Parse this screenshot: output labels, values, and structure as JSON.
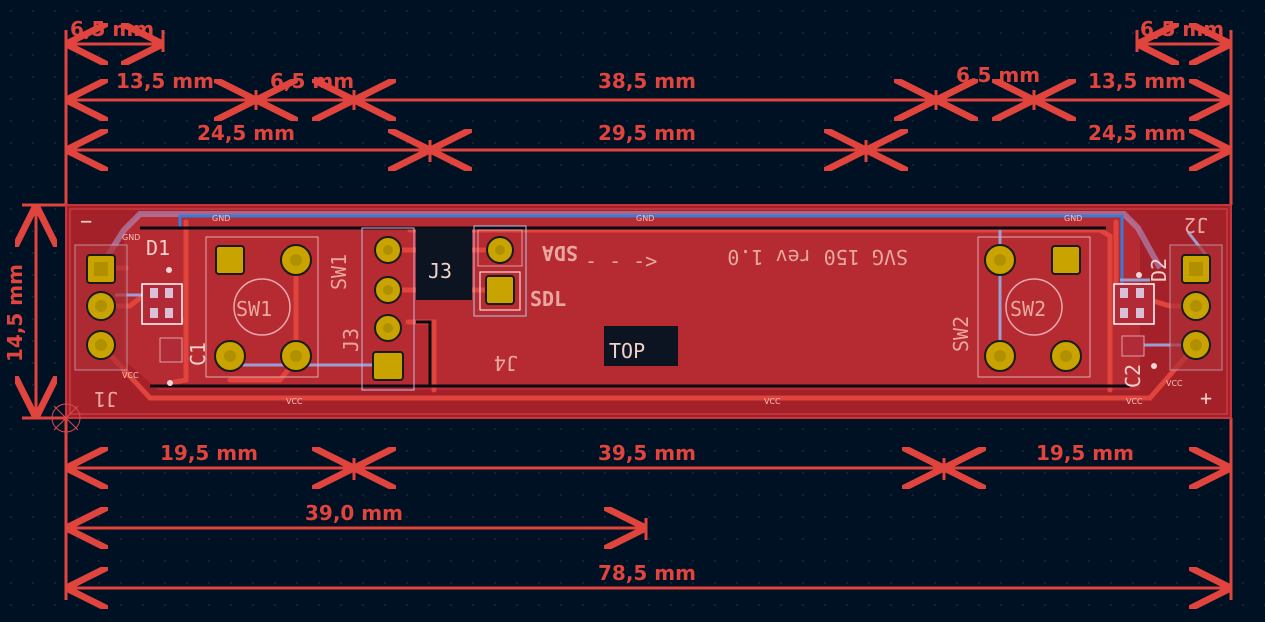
{
  "dimensions": {
    "top_row1_left": "6,5 mm",
    "top_row1_right": "6,5 mm",
    "top_row2_a": "13,5 mm",
    "top_row2_b": "6,5 mm",
    "top_row2_c": "38,5 mm",
    "top_row2_d": "6,5 mm",
    "top_row2_e": "13,5 mm",
    "top_row3_a": "24,5 mm",
    "top_row3_b": "29,5 mm",
    "top_row3_c": "24,5 mm",
    "height": "14,5 mm",
    "bottom_row1_a": "19,5 mm",
    "bottom_row1_b": "39,5 mm",
    "bottom_row1_c": "19,5 mm",
    "bottom_row2": "39,0 mm",
    "bottom_row3": "78,5 mm"
  },
  "components": {
    "d1": "D1",
    "d2": "D2",
    "c1": "C1",
    "c2": "C2",
    "sw1": "SW1",
    "sw2": "SW2",
    "sw1_body": "SW1",
    "sw2_body": "SW2",
    "j1": "J1",
    "j2": "J2",
    "j3": "J3",
    "j3_side": "J3",
    "j4": "J4",
    "sda": "SDA",
    "sdl": "SDL",
    "board_text": "SVG 150 rev 1.0",
    "arrow": "- - ->",
    "top_label": "TOP",
    "minus": "−",
    "plus": "+"
  },
  "nets": {
    "vcc_1": "VCC",
    "vcc_2": "VCC",
    "vcc_3": "VCC",
    "vcc_4": "VCC",
    "vcc_5": "VCC",
    "gnd_1": "GND",
    "gnd_2": "GND",
    "gnd_3": "GND",
    "gnd_4": "GND"
  },
  "colors": {
    "background": "#001124",
    "board": "#a5212a",
    "copper": "#c8343b",
    "dimension": "#e0443c",
    "pad": "#c9a400",
    "back_trace": "#9a9ed0",
    "front_trace": "#3a7ad8"
  }
}
